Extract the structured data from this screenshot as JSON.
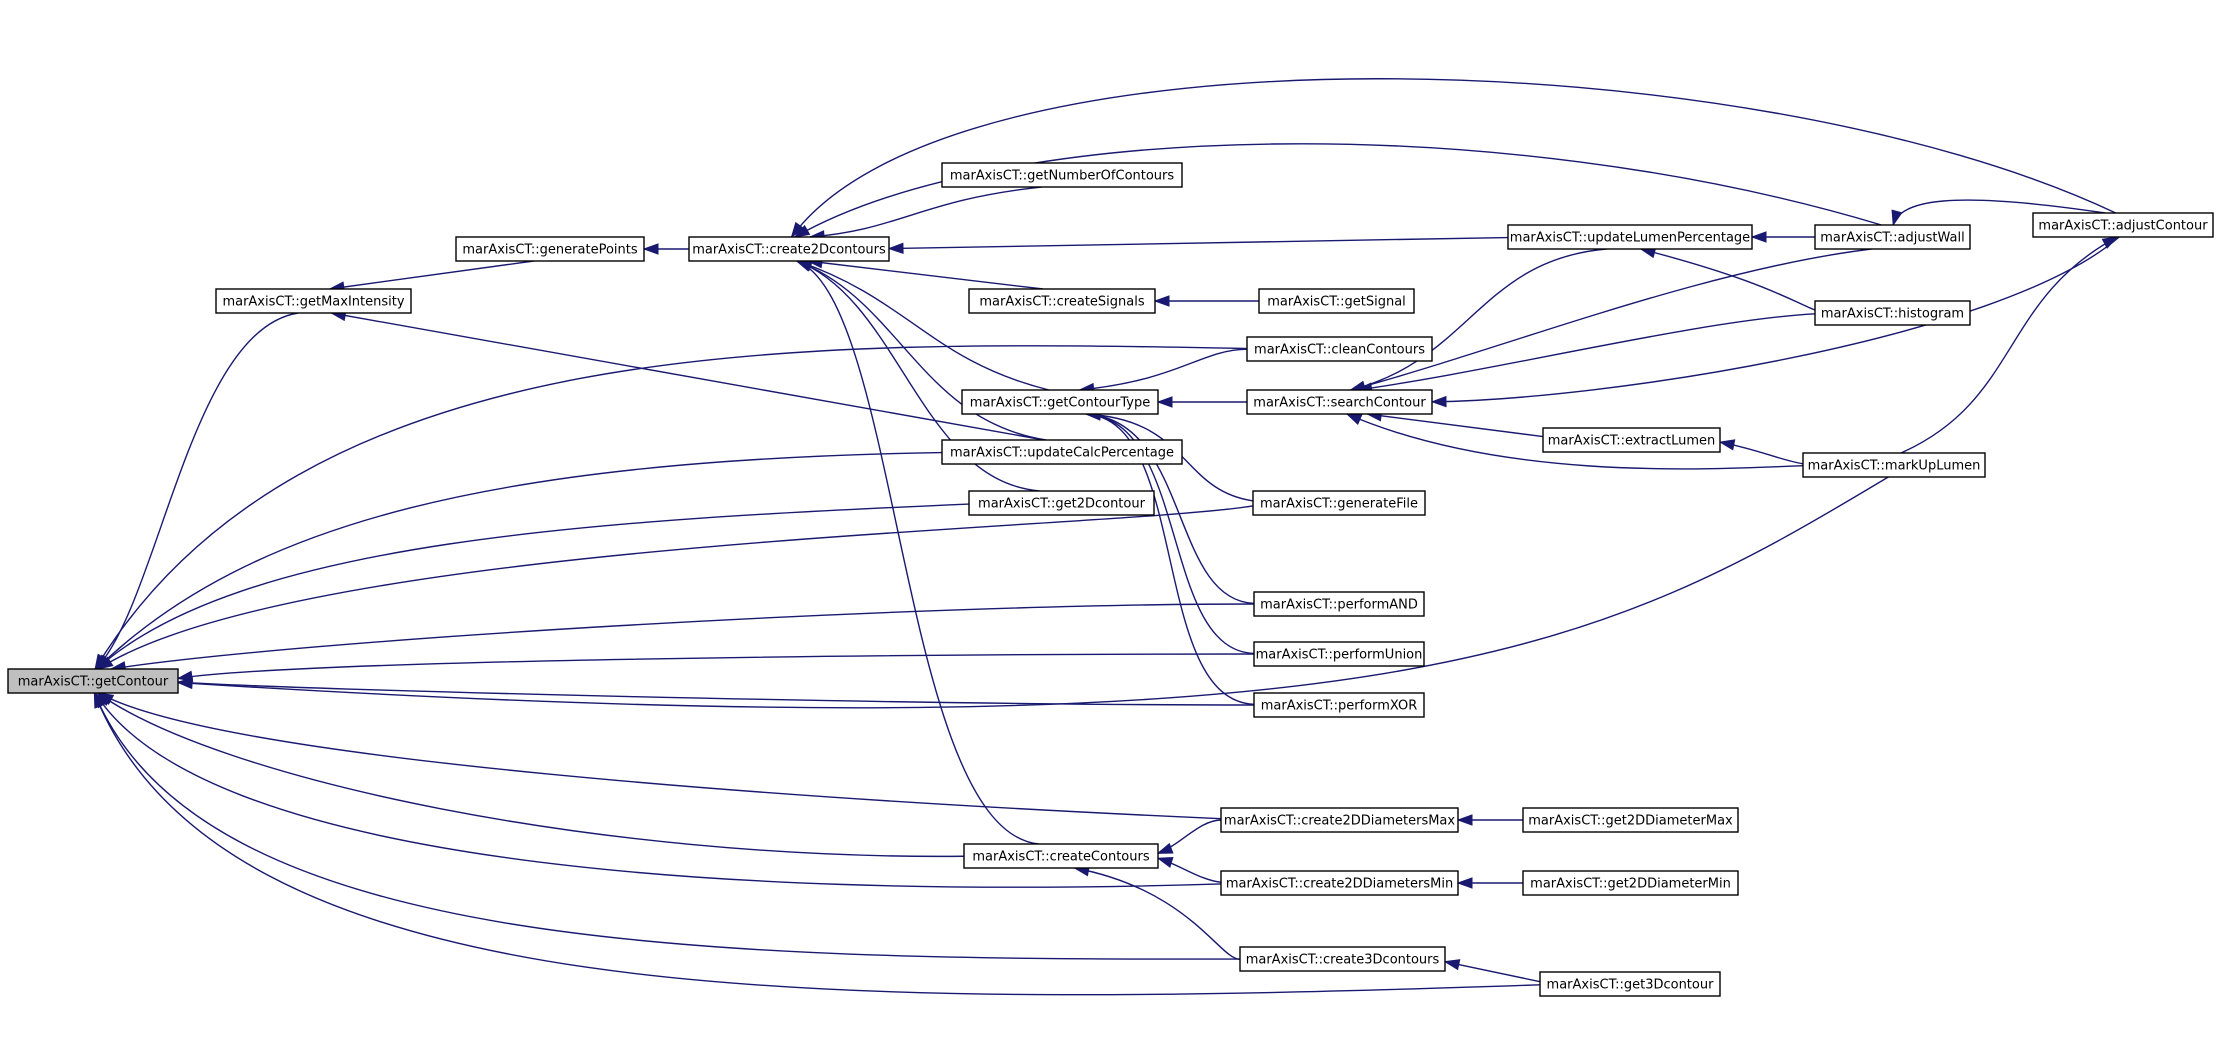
{
  "graph": {
    "edge_color": "#191970",
    "root_fill": "#bfbfbf",
    "nodes": [
      {
        "id": "getContour",
        "label": "marAxisCT::getContour"
      },
      {
        "id": "getMaxIntensity",
        "label": "marAxisCT::getMaxIntensity"
      },
      {
        "id": "generatePoints",
        "label": "marAxisCT::generatePoints"
      },
      {
        "id": "create2Dcontours",
        "label": "marAxisCT::create2Dcontours"
      },
      {
        "id": "getNumberOfContours",
        "label": "marAxisCT::getNumberOfContours"
      },
      {
        "id": "createSignals",
        "label": "marAxisCT::createSignals"
      },
      {
        "id": "getSignal",
        "label": "marAxisCT::getSignal"
      },
      {
        "id": "getContourType",
        "label": "marAxisCT::getContourType"
      },
      {
        "id": "updateCalcPercentage",
        "label": "marAxisCT::updateCalcPercentage"
      },
      {
        "id": "get2Dcontour",
        "label": "marAxisCT::get2Dcontour"
      },
      {
        "id": "cleanContours",
        "label": "marAxisCT::cleanContours"
      },
      {
        "id": "searchContour",
        "label": "marAxisCT::searchContour"
      },
      {
        "id": "generateFile",
        "label": "marAxisCT::generateFile"
      },
      {
        "id": "performAND",
        "label": "marAxisCT::performAND"
      },
      {
        "id": "performUnion",
        "label": "marAxisCT::performUnion"
      },
      {
        "id": "performXOR",
        "label": "marAxisCT::performXOR"
      },
      {
        "id": "updateLumenPercentage",
        "label": "marAxisCT::updateLumenPercentage"
      },
      {
        "id": "adjustWall",
        "label": "marAxisCT::adjustWall"
      },
      {
        "id": "histogram",
        "label": "marAxisCT::histogram"
      },
      {
        "id": "adjustContour",
        "label": "marAxisCT::adjustContour"
      },
      {
        "id": "extractLumen",
        "label": "marAxisCT::extractLumen"
      },
      {
        "id": "markUpLumen",
        "label": "marAxisCT::markUpLumen"
      },
      {
        "id": "createContours",
        "label": "marAxisCT::createContours"
      },
      {
        "id": "create2DDiametersMax",
        "label": "marAxisCT::create2DDiametersMax"
      },
      {
        "id": "create2DDiametersMin",
        "label": "marAxisCT::create2DDiametersMin"
      },
      {
        "id": "get2DDiameterMax",
        "label": "marAxisCT::get2DDiameterMax"
      },
      {
        "id": "get2DDiameterMin",
        "label": "marAxisCT::get2DDiameterMin"
      },
      {
        "id": "create3Dcontours",
        "label": "marAxisCT::create3Dcontours"
      },
      {
        "id": "get3Dcontour",
        "label": "marAxisCT::get3Dcontour"
      }
    ],
    "edges": [
      {
        "from": "getMaxIntensity",
        "to": "getContour"
      },
      {
        "from": "generatePoints",
        "to": "getMaxIntensity"
      },
      {
        "from": "create2Dcontours",
        "to": "generatePoints"
      },
      {
        "from": "getNumberOfContours",
        "to": "create2Dcontours"
      },
      {
        "from": "createSignals",
        "to": "create2Dcontours"
      },
      {
        "from": "getContourType",
        "to": "create2Dcontours"
      },
      {
        "from": "updateCalcPercentage",
        "to": "create2Dcontours"
      },
      {
        "from": "get2Dcontour",
        "to": "create2Dcontours"
      },
      {
        "from": "createContours",
        "to": "create2Dcontours"
      },
      {
        "from": "updateLumenPercentage",
        "to": "create2Dcontours"
      },
      {
        "from": "adjustWall",
        "to": "create2Dcontours"
      },
      {
        "from": "adjustContour",
        "to": "create2Dcontours"
      },
      {
        "from": "updateCalcPercentage",
        "to": "getMaxIntensity"
      },
      {
        "from": "getSignal",
        "to": "createSignals"
      },
      {
        "from": "cleanContours",
        "to": "getContourType"
      },
      {
        "from": "searchContour",
        "to": "getContourType"
      },
      {
        "from": "generateFile",
        "to": "getContourType"
      },
      {
        "from": "performAND",
        "to": "getContourType"
      },
      {
        "from": "performUnion",
        "to": "getContourType"
      },
      {
        "from": "performXOR",
        "to": "getContourType"
      },
      {
        "from": "adjustWall",
        "to": "updateLumenPercentage"
      },
      {
        "from": "histogram",
        "to": "updateLumenPercentage"
      },
      {
        "from": "adjustContour",
        "to": "adjustWall"
      },
      {
        "from": "markUpLumen",
        "to": "adjustContour"
      },
      {
        "from": "updateLumenPercentage",
        "to": "searchContour"
      },
      {
        "from": "adjustWall",
        "to": "searchContour"
      },
      {
        "from": "histogram",
        "to": "searchContour"
      },
      {
        "from": "adjustContour",
        "to": "searchContour"
      },
      {
        "from": "extractLumen",
        "to": "searchContour"
      },
      {
        "from": "markUpLumen",
        "to": "searchContour"
      },
      {
        "from": "markUpLumen",
        "to": "extractLumen"
      },
      {
        "from": "get2DDiameterMax",
        "to": "create2DDiametersMax"
      },
      {
        "from": "get2DDiameterMin",
        "to": "create2DDiametersMin"
      },
      {
        "from": "create2DDiametersMax",
        "to": "createContours"
      },
      {
        "from": "create2DDiametersMin",
        "to": "createContours"
      },
      {
        "from": "create3Dcontours",
        "to": "createContours"
      },
      {
        "from": "get3Dcontour",
        "to": "create3Dcontours"
      },
      {
        "from": "updateCalcPercentage",
        "to": "getContour"
      },
      {
        "from": "get2Dcontour",
        "to": "getContour"
      },
      {
        "from": "cleanContours",
        "to": "getContour"
      },
      {
        "from": "generateFile",
        "to": "getContour"
      },
      {
        "from": "performAND",
        "to": "getContour"
      },
      {
        "from": "performUnion",
        "to": "getContour"
      },
      {
        "from": "performXOR",
        "to": "getContour"
      },
      {
        "from": "markUpLumen",
        "to": "getContour"
      },
      {
        "from": "createContours",
        "to": "getContour"
      },
      {
        "from": "create2DDiametersMax",
        "to": "getContour"
      },
      {
        "from": "create2DDiametersMin",
        "to": "getContour"
      },
      {
        "from": "create3Dcontours",
        "to": "getContour"
      },
      {
        "from": "get3Dcontour",
        "to": "getContour"
      }
    ]
  }
}
